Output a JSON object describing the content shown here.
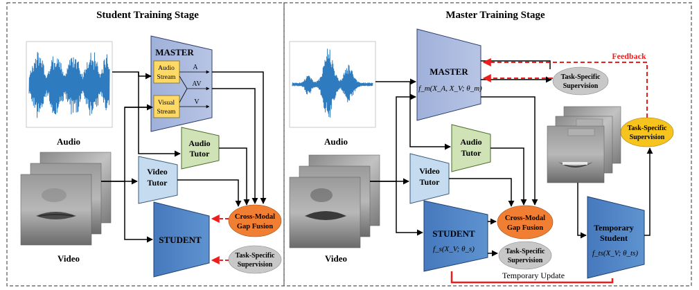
{
  "left_panel": {
    "title": "Student Training Stage",
    "audio_label": "Audio",
    "video_label": "Video",
    "master": {
      "label": "MASTER",
      "audio_stream": [
        "Audio",
        "Stream"
      ],
      "visual_stream": [
        "Visual",
        "Stream"
      ],
      "out_a": "A",
      "out_av": "AV",
      "out_v": "V"
    },
    "audio_tutor": [
      "Audio",
      "Tutor"
    ],
    "video_tutor": [
      "Video",
      "Tutor"
    ],
    "student": "STUDENT",
    "fusion": [
      "Cross-Modal",
      "Gap Fusion"
    ],
    "supervision": [
      "Task-Specific",
      "Supervision"
    ]
  },
  "right_panel": {
    "title": "Master Training Stage",
    "audio_label": "Audio",
    "video_label": "Video",
    "master": {
      "label": "MASTER",
      "formula": "f_m(X_A, X_V; θ_m)"
    },
    "audio_tutor": [
      "Audio",
      "Tutor"
    ],
    "video_tutor": [
      "Video",
      "Tutor"
    ],
    "student": {
      "label": "STUDENT",
      "formula": "f_s(X_V; θ_s)"
    },
    "fusion": [
      "Cross-Modal",
      "Gap Fusion"
    ],
    "supervision_mid": [
      "Task-Specific",
      "Supervision"
    ],
    "supervision_bottom": [
      "Task-Specific",
      "Supervision"
    ],
    "supervision_right": [
      "Task-Specific",
      "Supervision"
    ],
    "temp_student": {
      "label": [
        "Temporary",
        "Student"
      ],
      "formula": "f_ts(X_V; θ_ts)"
    },
    "feedback": "Feedback",
    "temporary_update": "Temporary Update"
  },
  "colors": {
    "master": "#aab9dd",
    "audio_tutor": "#cfe3b7",
    "video_tutor": "#c5dcf0",
    "student": "#4f86c6",
    "fusion": "#f07f33",
    "supervision": "#c8c8c8",
    "supervision_highlight": "#f7c31d",
    "stream": "#ffd966",
    "feedback": "#ee1c1c",
    "waveform": "#2f7bbf"
  }
}
